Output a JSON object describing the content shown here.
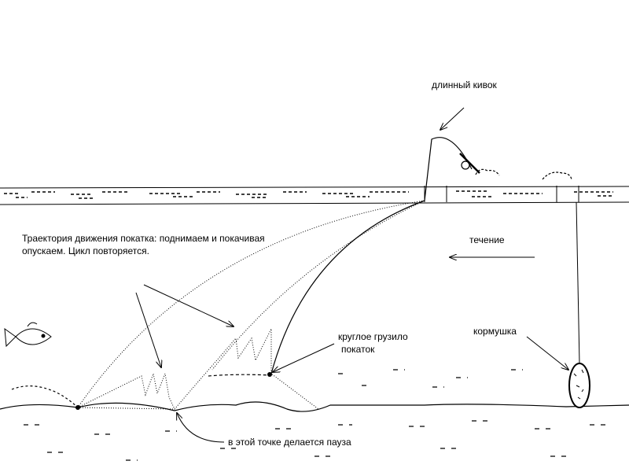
{
  "labels": {
    "long_nod": "длинный кивок",
    "trajectory_line1": "Траектория движения покатка: поднимаем и покачивая",
    "trajectory_line2": "опускаем. Цикл повторяется.",
    "current": "течение",
    "feeder": "кормушка",
    "sinker_line1": "круглое грузило",
    "sinker_line2": "покаток",
    "pause": "в этой точке делается пауза"
  }
}
